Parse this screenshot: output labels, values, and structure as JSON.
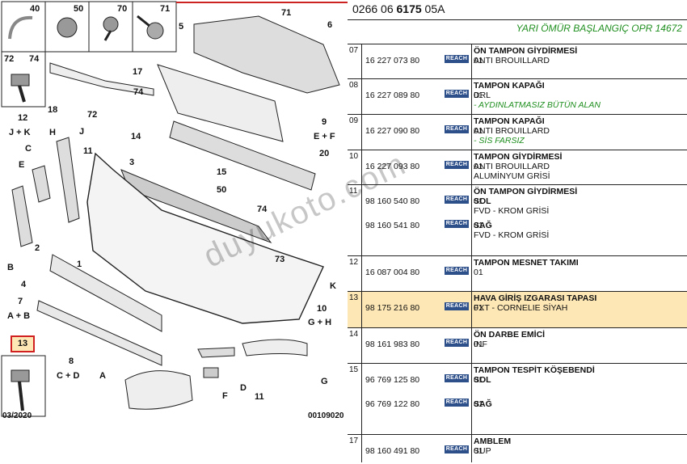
{
  "reference": {
    "prefix": "0266 06 ",
    "bold": "6175",
    "suffix": " 05A"
  },
  "note": "YARI ÖMÜR BAŞLANGIÇ OPR 14672",
  "diagram": {
    "date": "03/2020",
    "code": "00109020",
    "watermark": "duyukoto.com",
    "highlight_label": "13",
    "top_icons": [
      "40",
      "50",
      "70",
      "71",
      "72",
      "74"
    ],
    "labels": [
      "71",
      "5",
      "6",
      "17",
      "18",
      "72",
      "74",
      "J",
      "H",
      "C",
      "11",
      "14",
      "E",
      "3",
      "9",
      "E + F",
      "20",
      "2",
      "B",
      "15",
      "50",
      "74",
      "1",
      "4",
      "7",
      "A + B",
      "13",
      "K",
      "10",
      "G + H",
      "12",
      "J + K",
      "73",
      "8",
      "C + D",
      "A",
      "F",
      "D",
      "11",
      "G"
    ]
  },
  "rows": [
    {
      "num": "07",
      "parts": [
        {
          "pn": "16 227 073 80",
          "reach": "REACH",
          "qty": "01",
          "desc": [
            "ÖN TAMPON GİYDİRMESİ",
            "ANTI BROUILLARD"
          ]
        }
      ]
    },
    {
      "num": "08",
      "parts": [
        {
          "pn": "16 227 089 80",
          "reach": "REACH",
          "qty": "01",
          "desc": [
            "TAMPON KAPAĞI",
            "DRL"
          ],
          "note": "- AYDINLATMASIZ BÜTÜN ALAN"
        }
      ]
    },
    {
      "num": "09",
      "parts": [
        {
          "pn": "16 227 090 80",
          "reach": "REACH",
          "qty": "01",
          "desc": [
            "TAMPON KAPAĞI",
            "ANTI BROUILLARD"
          ],
          "note": "- SİS FARSIZ"
        }
      ]
    },
    {
      "num": "10",
      "parts": [
        {
          "pn": "16 227 093 80",
          "reach": "REACH",
          "qty": "01",
          "desc": [
            "TAMPON GİYDİRMESİ",
            "ANTI BROUILLARD",
            "ALUMİNYUM GRİSİ"
          ]
        }
      ]
    },
    {
      "num": "11",
      "parts": [
        {
          "pn": "98 160 540 80",
          "reach": "REACH",
          "qty": "01",
          "desc": [
            "ÖN TAMPON GİYDİRMESİ",
            "SOL",
            "FVD - KROM GRİSİ"
          ]
        },
        {
          "pn": "98 160 541 80",
          "reach": "REACH",
          "qty": "01",
          "desc": [
            "SAĞ",
            "FVD - KROM GRİSİ"
          ]
        }
      ]
    },
    {
      "num": "12",
      "parts": [
        {
          "pn": "16 087 004 80",
          "reach": "REACH",
          "qty": "01",
          "desc": [
            "TAMPON MESNET TAKIMI"
          ]
        }
      ]
    },
    {
      "num": "13",
      "parts": [
        {
          "pn": "98 175 216 80",
          "reach": "REACH",
          "qty": "01",
          "desc": [
            "HAVA GİRİŞ IZGARASI TAPASI",
            "FXT - CORNELIE SİYAH"
          ]
        }
      ]
    },
    {
      "num": "14",
      "parts": [
        {
          "pn": "98 161 983 80",
          "reach": "REACH",
          "qty": "01",
          "desc": [
            "ÖN DARBE EMİCİ",
            "INF"
          ]
        }
      ]
    },
    {
      "num": "15",
      "parts": [
        {
          "pn": "96 769 125 80",
          "reach": "REACH",
          "qty": "01",
          "desc": [
            "TAMPON TESPİT KÖŞEBENDİ",
            "SOL"
          ]
        },
        {
          "pn": "96 769 122 80",
          "reach": "REACH",
          "qty": "01",
          "desc": [
            "SAĞ"
          ]
        }
      ]
    },
    {
      "num": "17",
      "parts": [
        {
          "pn": "98 160 491 80",
          "reach": "REACH",
          "qty": "01",
          "desc": [
            "AMBLEM",
            "SUP"
          ]
        }
      ]
    }
  ]
}
